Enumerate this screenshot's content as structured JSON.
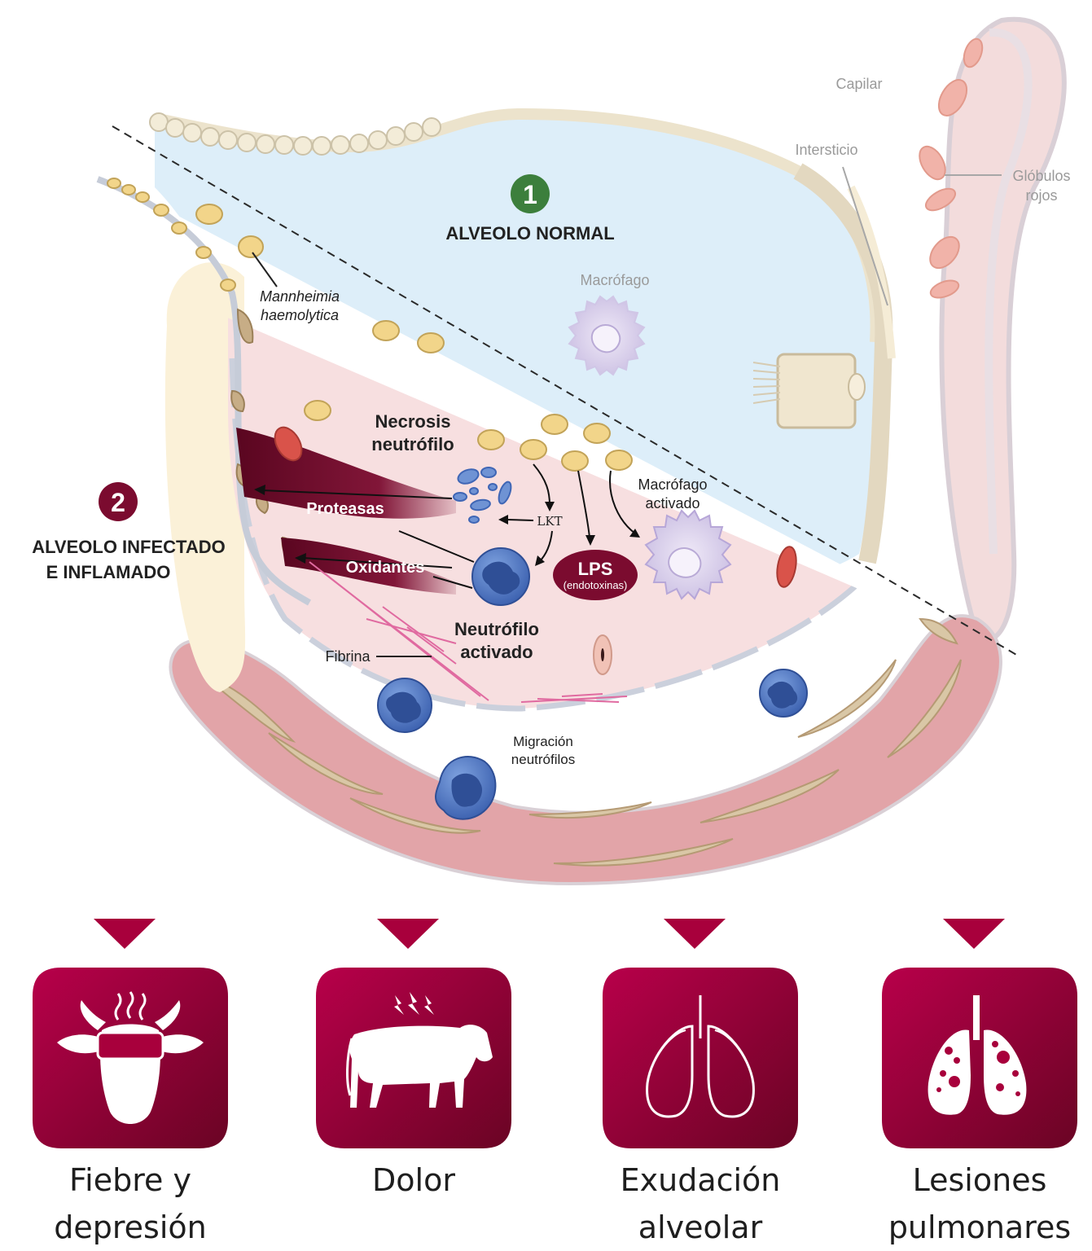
{
  "colors": {
    "accent": "#a8003c",
    "accent_dark": "#6e0526",
    "normal_badge": "#3c7f3c",
    "infected_badge": "#7b0b2f",
    "neutrophil": "#3f66b5",
    "bacteria": "#f2d58a"
  },
  "normal": {
    "badge": "1",
    "title": "ALVEOLO NORMAL"
  },
  "infected": {
    "badge": "2",
    "title_line1": "ALVEOLO INFECTADO",
    "title_line2": "E INFLAMADO"
  },
  "labels": {
    "capilar": "Capilar",
    "intersticio": "Intersticio",
    "globulos_1": "Glóbulos",
    "globulos_2": "rojos",
    "macrofago": "Macrófago",
    "mannheimia_1": "Mannheimia",
    "mannheimia_2": "haemolytica",
    "necrosis_1": "Necrosis",
    "necrosis_2": "neutrófilo",
    "macrofago_activado_1": "Macrófago",
    "macrofago_activado_2": "activado",
    "proteasas": "Proteasas",
    "oxidantes": "Oxidantes",
    "lkt": "LKT",
    "lps": "LPS",
    "endotoxinas": "(endotoxinas)",
    "neutrofilo_activado_1": "Neutrófilo",
    "neutrofilo_activado_2": "activado",
    "fibrina": "Fibrina",
    "migracion_1": "Migración",
    "migracion_2": "neutrófilos"
  },
  "symptoms": [
    {
      "line1": "Fiebre y",
      "line2": "depresión",
      "icon": "cow-head-fever-icon"
    },
    {
      "line1": "Dolor",
      "line2": "",
      "icon": "cow-pain-icon"
    },
    {
      "line1": "Exudación",
      "line2": "alveolar",
      "icon": "lungs-exudation-icon"
    },
    {
      "line1": "Lesiones",
      "line2": "pulmonares",
      "icon": "lungs-lesions-icon"
    }
  ]
}
